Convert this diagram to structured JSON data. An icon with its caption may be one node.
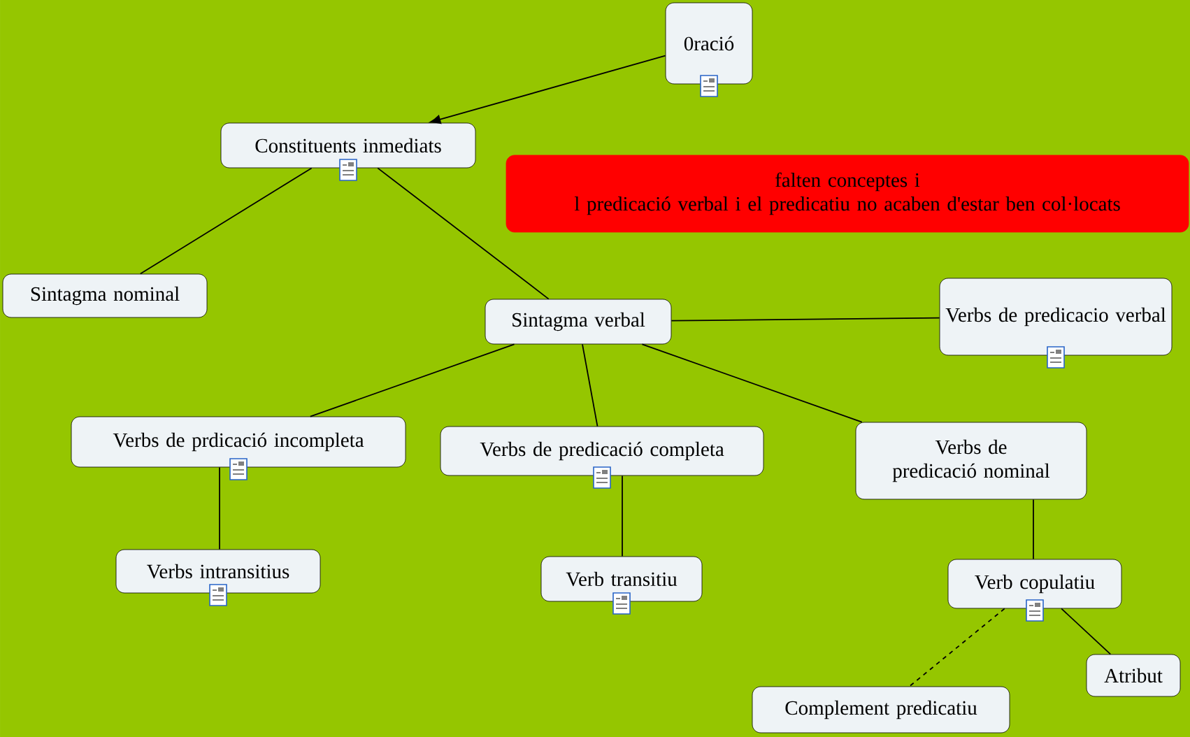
{
  "diagram": {
    "nodes": [
      {
        "text": [
          "0ració"
        ]
      },
      {
        "text": [
          "Constituents inmediats"
        ]
      },
      {
        "text": [
          "falten conceptes i",
          "l predicació verbal i el predicatiu no acaben d'estar ben col·locats"
        ]
      },
      {
        "text": [
          "Sintagma nominal"
        ]
      },
      {
        "text": [
          "Sintagma verbal"
        ]
      },
      {
        "text": [
          "Verbs de predicacio verbal"
        ]
      },
      {
        "text": [
          "Verbs de prdicació incompleta"
        ]
      },
      {
        "text": [
          "Verbs de predicació completa"
        ]
      },
      {
        "text": [
          "Verbs de predicació nominal"
        ]
      },
      {
        "text": [
          "Verbs intransitius"
        ]
      },
      {
        "text": [
          "Verb transitiu"
        ]
      },
      {
        "text": [
          "Verb copulatiu"
        ]
      },
      {
        "text": [
          "Atribut"
        ]
      },
      {
        "text": [
          "Complement predicatiu"
        ]
      }
    ],
    "edges": [
      {
        "from": 0,
        "to": 1,
        "arrow": "to"
      },
      {
        "from": 1,
        "to": 3,
        "arrow": "none"
      },
      {
        "from": 1,
        "to": 4,
        "arrow": "none"
      },
      {
        "from": 4,
        "to": 5,
        "arrow": "none"
      },
      {
        "from": 4,
        "to": 6,
        "arrow": "none"
      },
      {
        "from": 4,
        "to": 7,
        "arrow": "none"
      },
      {
        "from": 4,
        "to": 8,
        "arrow": "none"
      },
      {
        "from": 6,
        "to": 9,
        "arrow": "none"
      },
      {
        "from": 7,
        "to": 10,
        "arrow": "none"
      },
      {
        "from": 8,
        "to": 11,
        "arrow": "none"
      },
      {
        "from": 11,
        "to": 12,
        "arrow": "none"
      },
      {
        "from": 11,
        "to": 13,
        "arrow": "none",
        "style": "dashed"
      }
    ]
  }
}
